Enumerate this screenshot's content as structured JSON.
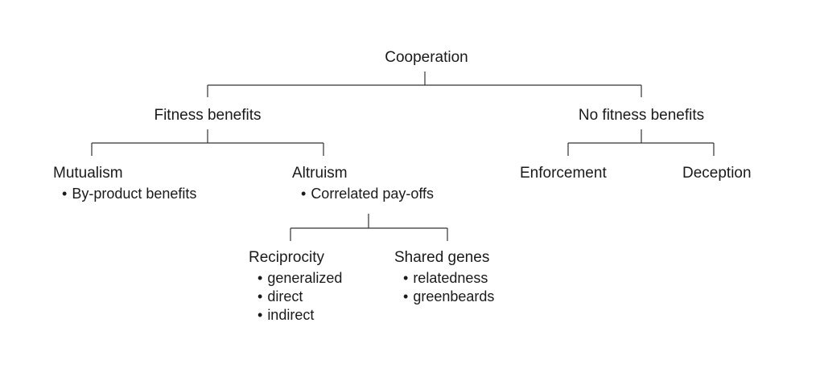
{
  "root": {
    "label": "Cooperation"
  },
  "branches": {
    "fitness": {
      "label": "Fitness benefits",
      "mutualism": {
        "label": "Mutualism",
        "bullets": [
          "By-product benefits"
        ]
      },
      "altruism": {
        "label": "Altruism",
        "bullets": [
          "Correlated pay-offs"
        ],
        "reciprocity": {
          "label": "Reciprocity",
          "bullets": [
            "generalized",
            "direct",
            "indirect"
          ]
        },
        "shared_genes": {
          "label": "Shared genes",
          "bullets": [
            "relatedness",
            "greenbeards"
          ]
        }
      }
    },
    "no_fitness": {
      "label": "No fitness benefits",
      "enforcement": {
        "label": "Enforcement"
      },
      "deception": {
        "label": "Deception"
      }
    }
  },
  "colors": {
    "line": "#333333",
    "text": "#1a1a1a",
    "background": "#ffffff"
  }
}
